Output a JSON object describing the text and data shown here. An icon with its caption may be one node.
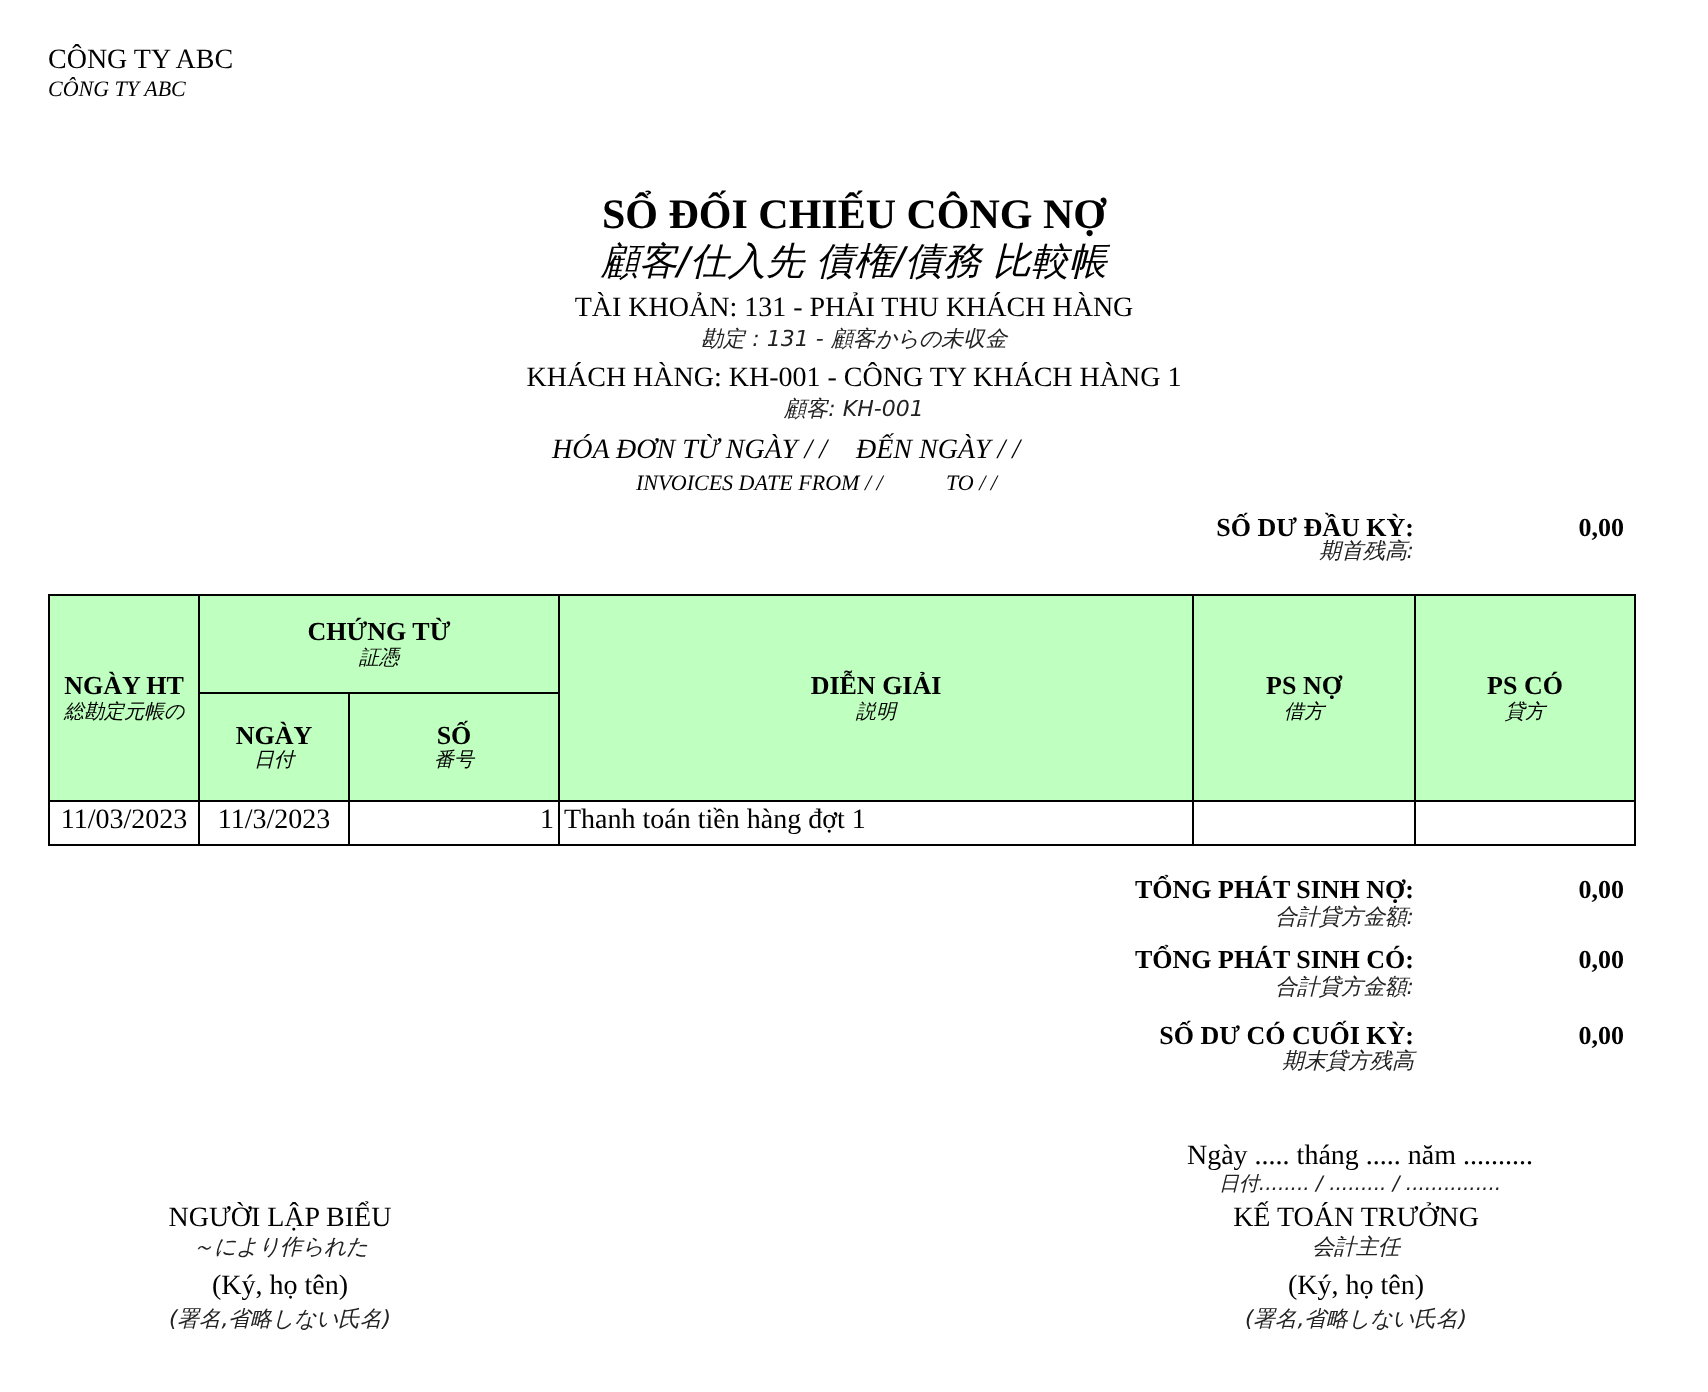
{
  "diagram": {
    "title": "SỔ ĐỐI CHIẾU CÔNG NỢ",
    "labels": [
      "CÔNG TY ABC",
      "CÔNG TY ABC",
      "顧客/仕入先 債権/債務 比較帳",
      "TÀI KHOẢN: 131 - PHẢI THU KHÁCH HÀNG",
      "勘定 : 131 - 顧客からの未収金",
      "KHÁCH HÀNG: KH-001 - CÔNG TY KHÁCH HÀNG 1",
      "顧客: KH-001",
      "HÓA ĐƠN TỪ NGÀY / /",
      "ĐẾN NGÀY / /",
      "INVOICES DATE FROM / /",
      "TO / /",
      "SỐ DƯ ĐẦU KỲ:",
      "0,00",
      "期首残高:",
      "NGÀY HT",
      "総勘定元帳の",
      "CHỨNG TỪ",
      "証憑",
      "DIỄN GIẢI",
      "説明",
      "PS NỢ",
      "借方",
      "PS CÓ",
      "貸方",
      "NGÀY",
      "日付",
      "SỐ",
      "番号",
      "11/03/2023",
      "11/3/2023",
      "1",
      "Thanh toán tiền hàng đợt 1",
      "TỔNG PHÁT SINH NỢ:",
      "0,00",
      "合計貸方金額:",
      "TỔNG PHÁT SINH CÓ:",
      "0,00",
      "合計貸方金額:",
      "SỐ DƯ CÓ CUỐI KỲ:",
      "0,00",
      "期末貸方残高",
      "Ngày ..... tháng ..... năm ..........",
      "日付........ / ......... / ...............",
      "NGƯỜI LẬP BIỂU",
      "～により作られた",
      "KẾ TOÁN TRƯỞNG",
      "会計主任",
      "(Ký, họ tên)",
      "(署名,省略しない氏名)",
      "(Ký, họ tên)",
      "(署名,省略しない氏名)"
    ]
  }
}
